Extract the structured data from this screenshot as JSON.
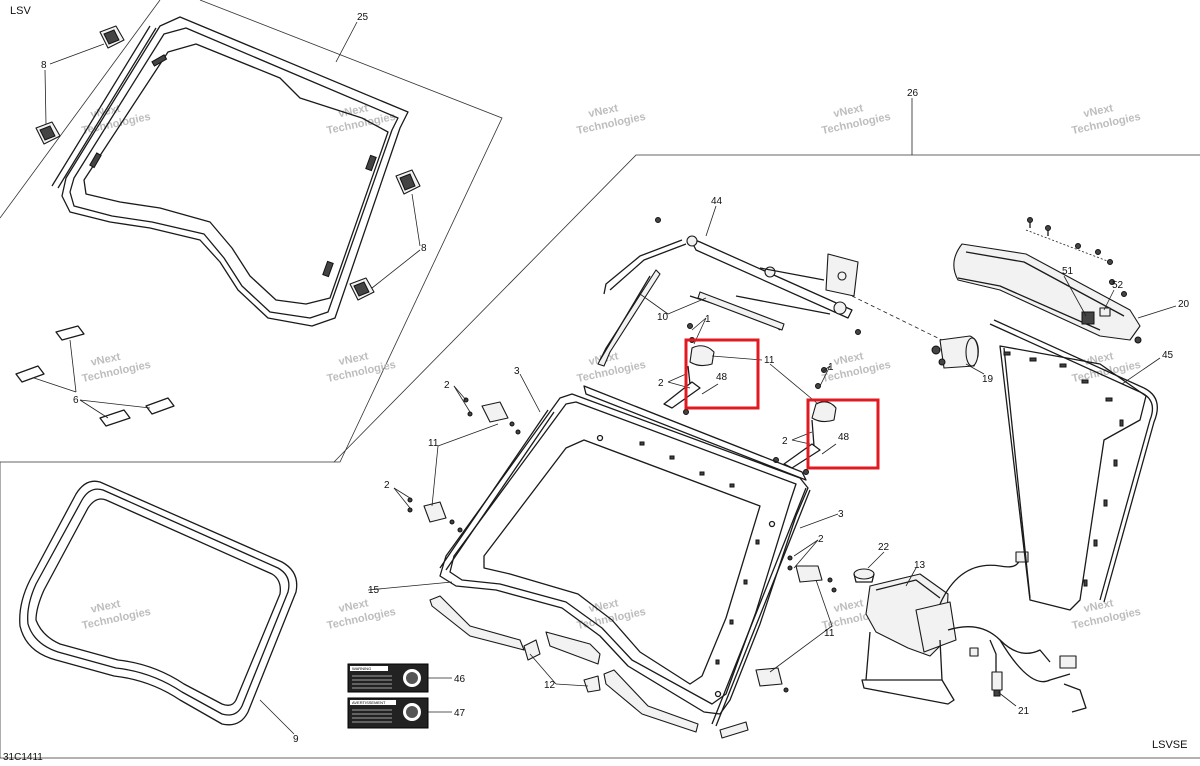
{
  "corners": {
    "top_left": "LSV",
    "bottom_right": "LSVSE",
    "bottom_left": "31C1411"
  },
  "watermark": {
    "line1": "vNext",
    "line2": "Technologies",
    "inline": "vNext Technologies"
  },
  "callouts": {
    "n25": "25",
    "n26": "26",
    "n8a": "8",
    "n8b": "8",
    "n6": "6",
    "n9": "9",
    "n44": "44",
    "n10": "10",
    "n1a": "1",
    "n1b": "1",
    "n11a": "11",
    "n11b": "11",
    "n11c": "11",
    "n48a": "48",
    "n48b": "48",
    "n2a": "2",
    "n2b": "2",
    "n2c": "2",
    "n2d": "2",
    "n2e": "2",
    "n3a": "3",
    "n3b": "3",
    "n15": "15",
    "n12": "12",
    "n46": "46",
    "n47": "47",
    "n13": "13",
    "n22": "22",
    "n21": "21",
    "n19": "19",
    "n20": "20",
    "n51": "51",
    "n52": "52",
    "n45": "45"
  },
  "decals": {
    "warning_title": "WARNING",
    "avertissement_title": "AVERTISSEMENT"
  },
  "highlight_color": "#e11a22"
}
